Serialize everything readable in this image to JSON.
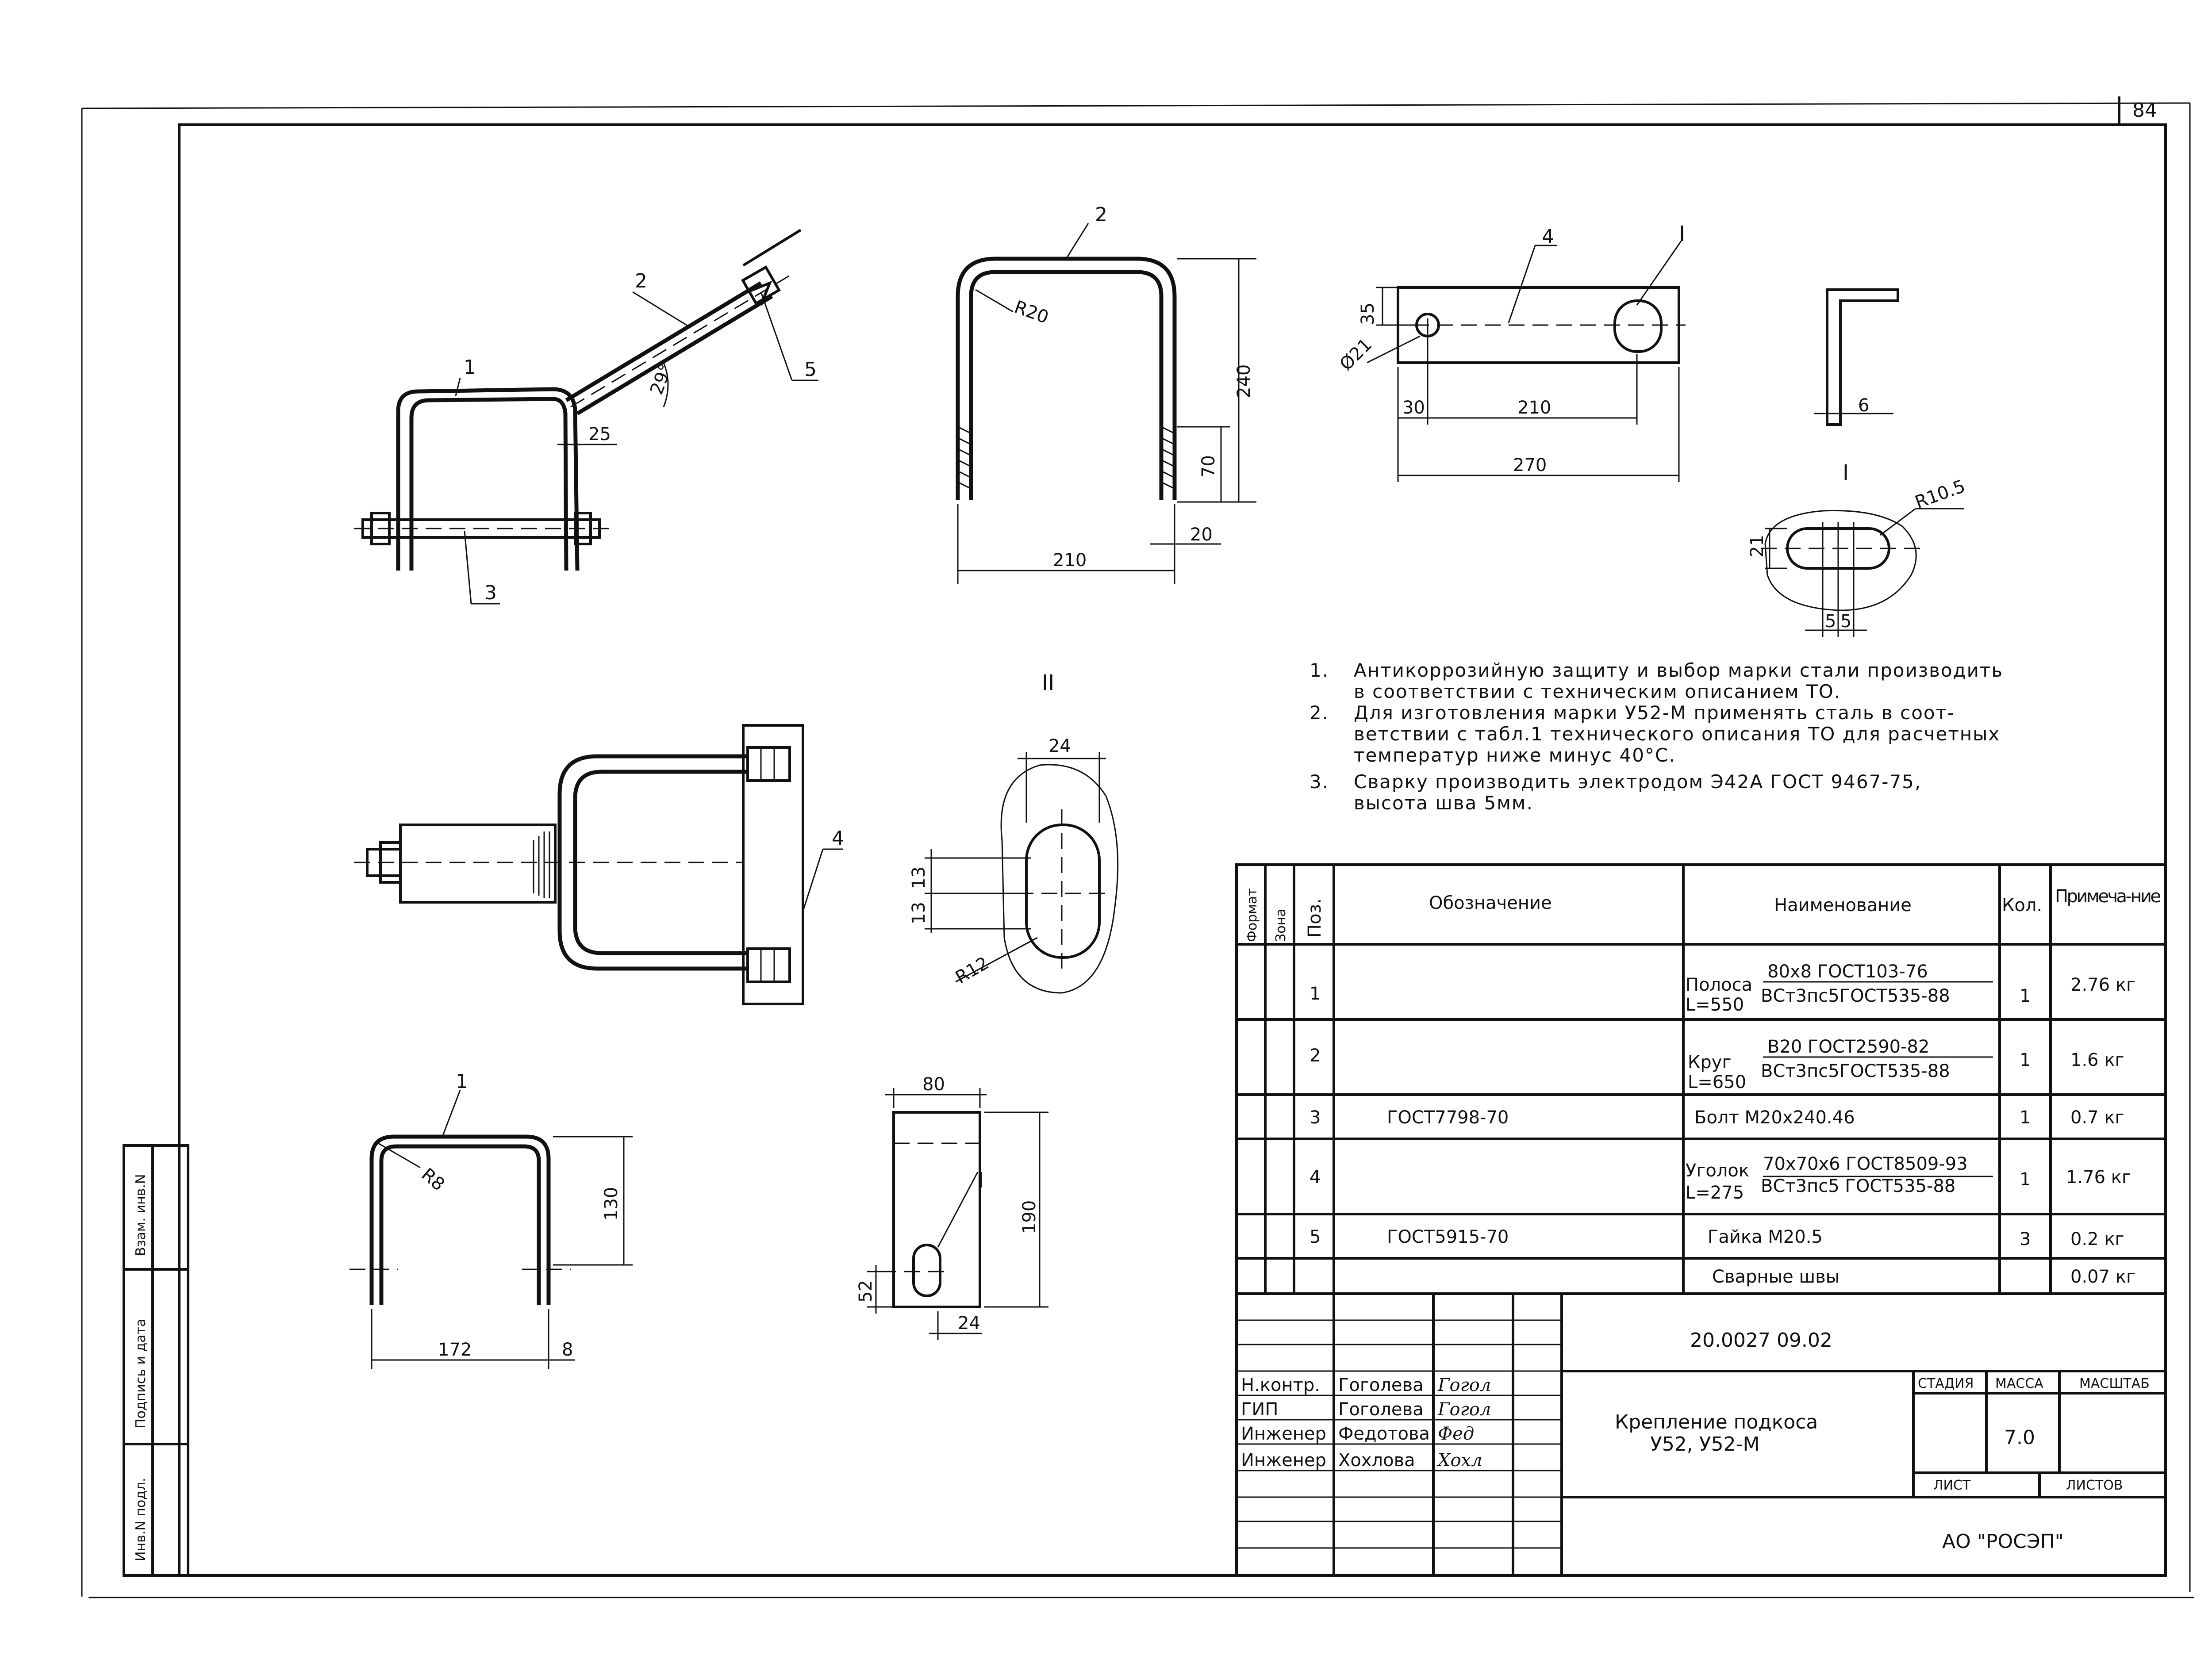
{
  "sheet": {
    "page_number": "84"
  },
  "views": {
    "marks": {
      "m1": "1",
      "m2": "2",
      "m3": "3",
      "m4": "4",
      "m5": "5",
      "detail_I": "I",
      "detail_II": "II"
    },
    "iso": {
      "angle": "29°",
      "d25": "25"
    },
    "ubolt": {
      "r": "R20",
      "h": "240",
      "thread": "70",
      "d": "20",
      "w": "210"
    },
    "plate": {
      "d35": "35",
      "dia": "Ø21",
      "d30": "30",
      "d210": "210",
      "d270": "270"
    },
    "angle": {
      "d6": "6"
    },
    "detailI": {
      "r": "R10.5",
      "h21": "21",
      "w5a": "5",
      "w5b": "5"
    },
    "detailII": {
      "w24": "24",
      "h13a": "13",
      "h13b": "13",
      "r": "R12"
    },
    "bracket": {
      "r": "R8",
      "h": "130",
      "w": "172",
      "t": "8"
    },
    "stub": {
      "w80": "80",
      "h190": "190",
      "h52": "52",
      "w24": "24"
    }
  },
  "notes": [
    {
      "num": "1.",
      "lines": [
        "Антикоррозийную защиту и выбор марки стали производить",
        "в соответствии с техническим описанием ТО."
      ]
    },
    {
      "num": "2.",
      "lines": [
        "Для изготовления марки У52-М применять сталь в соот-",
        "ветствии с табл.1 технического описания ТО для расчетных",
        "температур ниже минус 40°С."
      ]
    },
    {
      "num": "3.",
      "lines": [
        "Сварку производить электродом Э42А ГОСТ 9467-75,",
        "высота шва 5мм."
      ]
    }
  ],
  "spec": {
    "headers": {
      "format": "Формат",
      "zone": "Зона",
      "pos": "Поз.",
      "designation": "Обозначение",
      "name": "Наименование",
      "qty": "Кол.",
      "note": "Примеча-ние"
    },
    "rows": [
      {
        "pos": "1",
        "designation": "",
        "name_prefix": "Полоса",
        "name_len": "L=550",
        "name_top": "80х8 ГОСТ103-76",
        "name_bottom": "ВСт3пс5ГОСТ535-88",
        "qty": "1",
        "note": "2.76 кг"
      },
      {
        "pos": "2",
        "designation": "",
        "name_prefix": "Круг",
        "name_len": "L=650",
        "name_top": "В20 ГОСТ2590-82",
        "name_bottom": "ВСт3пс5ГОСТ535-88",
        "qty": "1",
        "note": "1.6 кг"
      },
      {
        "pos": "3",
        "designation": "ГОСТ7798-70",
        "name": "Болт М20х240.46",
        "qty": "1",
        "note": "0.7 кг"
      },
      {
        "pos": "4",
        "designation": "",
        "name_prefix": "Уголок",
        "name_len": "L=275",
        "name_top": "70х70х6 ГОСТ8509-93",
        "name_bottom": "ВСт3пс5 ГОСТ535-88",
        "qty": "1",
        "note": "1.76 кг"
      },
      {
        "pos": "5",
        "designation": "ГОСТ5915-70",
        "name": "Гайка М20.5",
        "qty": "3",
        "note": "0.2 кг"
      },
      {
        "pos": "",
        "designation": "",
        "name": "Сварные швы",
        "qty": "",
        "note": "0.07 кг"
      }
    ]
  },
  "title_block": {
    "doc_code": "20.0027 09.02",
    "title_line1": "Крепление подкоса",
    "title_line2": "У52, У52-М",
    "stage_label": "СТАДИЯ",
    "mass_label": "МАССА",
    "scale_label": "МАСШТАБ",
    "mass_value": "7.0",
    "sheet_label": "ЛИСТ",
    "sheets_label": "ЛИСТОВ",
    "company": "АО \"РОСЭП\"",
    "people": [
      {
        "role": "Н.контр.",
        "name": "Гоголева",
        "sign": "Гогол"
      },
      {
        "role": "ГИП",
        "name": "Гоголева",
        "sign": "Гогол"
      },
      {
        "role": "Инженер",
        "name": "Федотова",
        "sign": "Фед"
      },
      {
        "role": "Инженер",
        "name": "Хохлова",
        "sign": "Хохл"
      }
    ]
  },
  "side_stamp": {
    "vzam": "Взам. инв.N",
    "podpis": "Подпись и дата",
    "inv": "Инв.N подл."
  }
}
